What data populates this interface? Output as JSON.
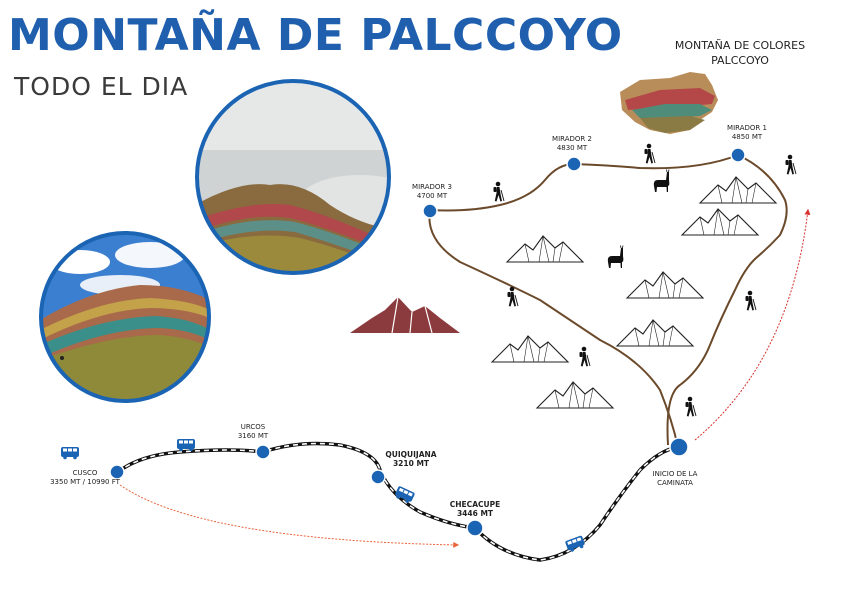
{
  "header": {
    "title": "MONTAÑA DE PALCCOYO",
    "subtitle": "TODO EL DIA"
  },
  "inset": {
    "line1": "MONTAÑA DE COLORES",
    "line2": "PALCCOYO"
  },
  "stops": {
    "cusco": {
      "name": "CUSCO",
      "altitude": "3350 MT / 10990 FT"
    },
    "urcos": {
      "name": "URCOS",
      "altitude": "3160 MT"
    },
    "quiquijana": {
      "name": "QUIQUIJANA",
      "altitude": "3210 MT"
    },
    "checacupe": {
      "name": "CHECACUPE",
      "altitude": "3446 MT"
    },
    "inicio": {
      "name": "INICIO DE LA",
      "name2": "CAMINATA"
    },
    "mirador1": {
      "name": "MIRADOR 1",
      "altitude": "4850 MT"
    },
    "mirador2": {
      "name": "MIRADOR 2",
      "altitude": "4830 MT"
    },
    "mirador3": {
      "name": "MIRADOR 3",
      "altitude": "4700 MT"
    }
  },
  "colors": {
    "brand_blue": "#1f5fae",
    "marker_blue": "#1b64b3",
    "trail_brown": "#6b4a2b",
    "arrow_orange": "#e8643a",
    "arrow_red": "#d8302c"
  }
}
